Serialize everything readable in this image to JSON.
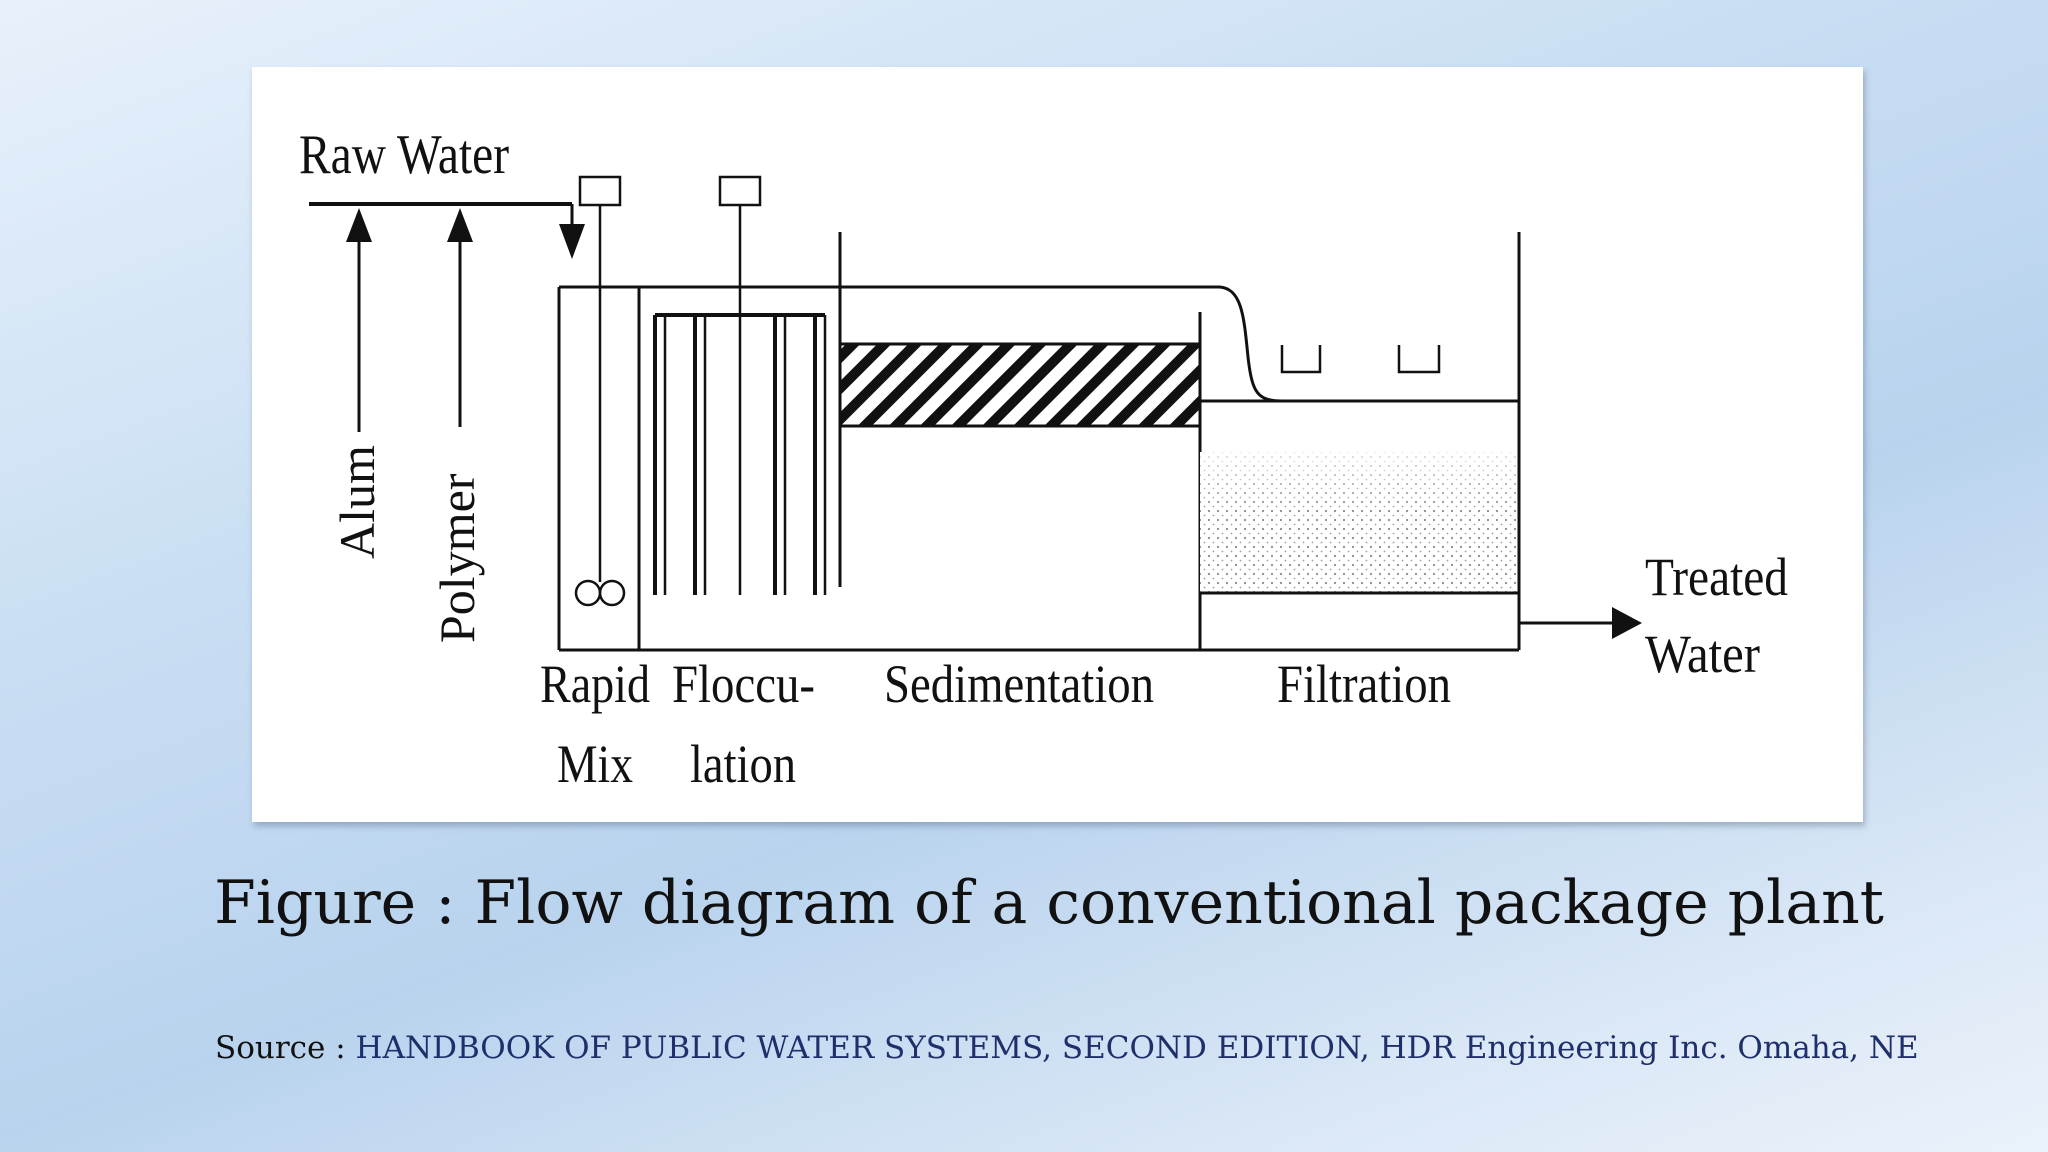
{
  "diagram": {
    "labels": {
      "raw_water": "Raw Water",
      "alum": "Alum",
      "polymer": "Polymer",
      "rapid": "Rapid",
      "mix": "Mix",
      "floccu": "Floccu-",
      "lation": "lation",
      "sedimentation": "Sedimentation",
      "filtration": "Filtration",
      "treated": "Treated",
      "water": "Water"
    }
  },
  "caption": "Figure : Flow diagram of a conventional package plant",
  "source": {
    "label": "Source : ",
    "text": "HANDBOOK OF PUBLIC WATER SYSTEMS, SECOND EDITION, HDR Engineering Inc. Omaha, NE"
  }
}
